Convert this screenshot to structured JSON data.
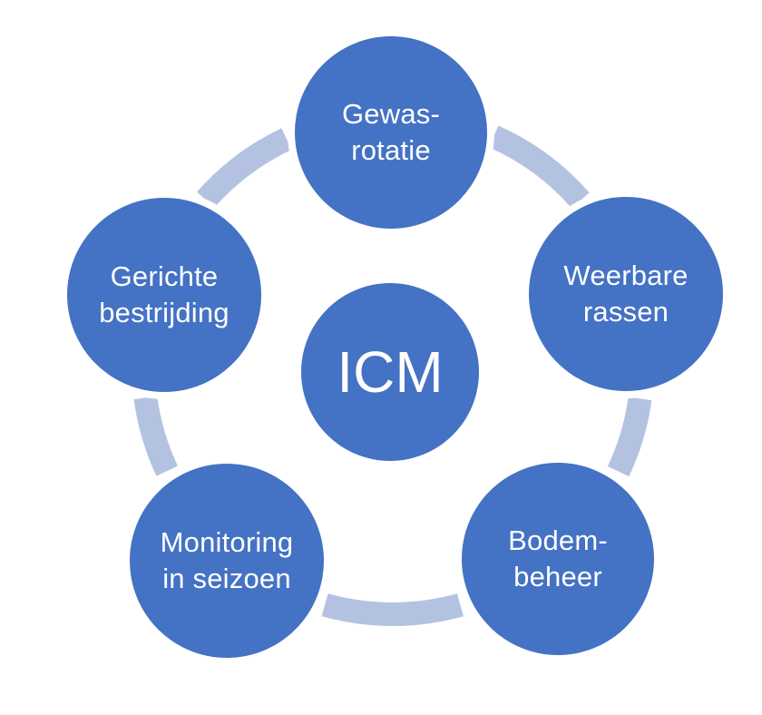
{
  "diagram": {
    "center": {
      "label": "ICM"
    },
    "nodes": [
      {
        "name": "gewas-rotatie",
        "line1": "Gewas-",
        "line2": "rotatie"
      },
      {
        "name": "weerbare-rassen",
        "line1": "Weerbare",
        "line2": "rassen"
      },
      {
        "name": "bodem-beheer",
        "line1": "Bodem-",
        "line2": "beheer"
      },
      {
        "name": "monitoring-in-seizoen",
        "line1": "Monitoring",
        "line2": "in seizoen"
      },
      {
        "name": "gerichte-bestrijding",
        "line1": "Gerichte",
        "line2": "bestrijding"
      }
    ],
    "colors": {
      "node_fill": "#4472C4",
      "ring": "#B4C2E2",
      "text": "#FFFFFF",
      "background": "#FFFFFF"
    }
  }
}
